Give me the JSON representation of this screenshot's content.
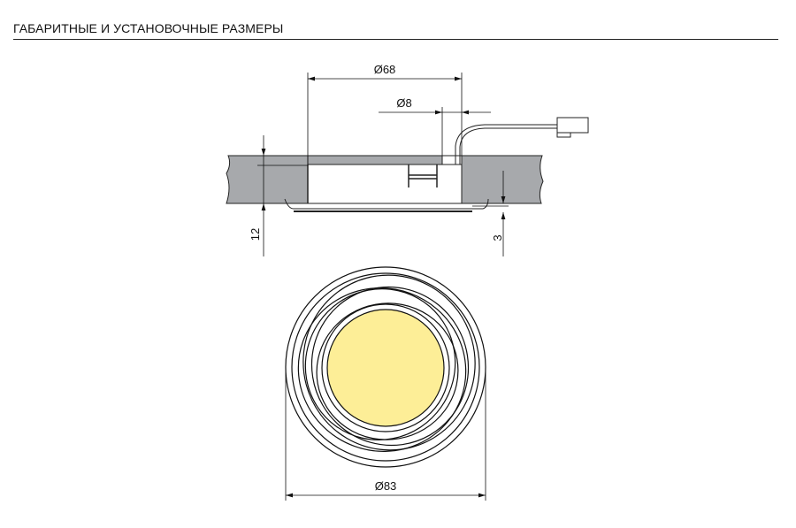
{
  "title": "ГАБАРИТНЫЕ И УСТАНОВОЧНЫЕ РАЗМЕРЫ",
  "dimensions": {
    "cutout_diameter": "Ø68",
    "cable_diameter": "Ø8",
    "height": "12",
    "protrusion": "3",
    "outer_diameter": "Ø83"
  },
  "colors": {
    "panel": "#a7a9ac",
    "lens": "#fdee97",
    "line": "#1a1a1a"
  }
}
